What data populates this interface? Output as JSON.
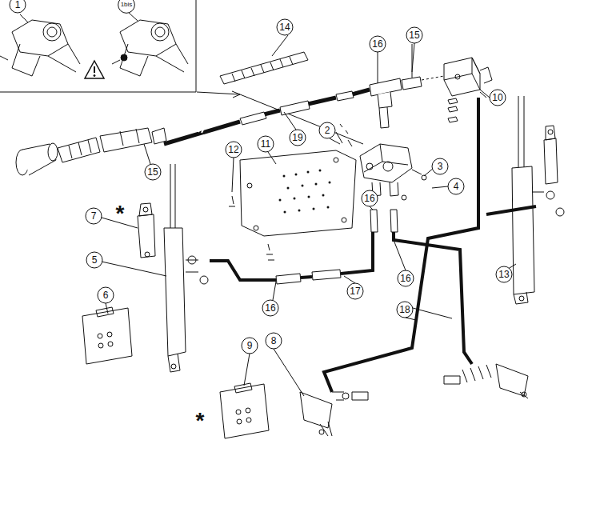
{
  "diagram": {
    "labels": [
      "1",
      "1bis",
      "14",
      "16",
      "15",
      "10",
      "19",
      "2",
      "11",
      "12",
      "3",
      "4",
      "15",
      "7",
      "*",
      "5",
      "16",
      "16",
      "17",
      "16",
      "13",
      "18",
      "6",
      "9",
      "8",
      "*"
    ]
  }
}
